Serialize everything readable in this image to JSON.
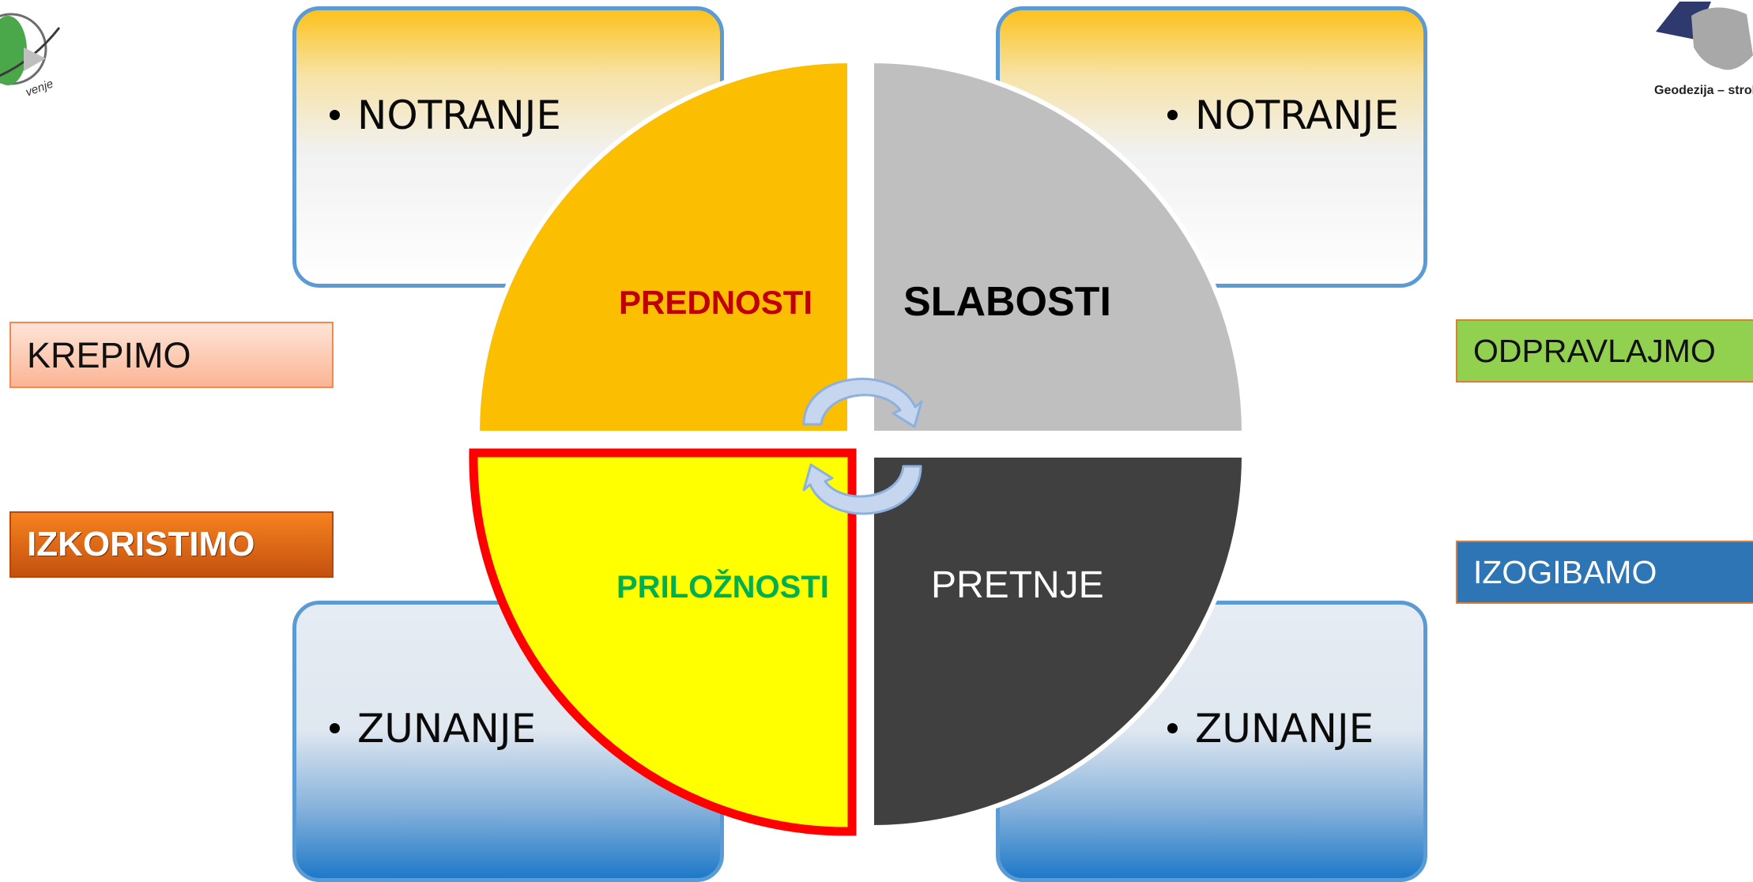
{
  "boxes": {
    "top_left": "NOTRANJE",
    "top_right": "NOTRANJE",
    "bottom_left": "ZUNANJE",
    "bottom_right": "ZUNANJE"
  },
  "quadrants": {
    "strengths": {
      "label": "PREDNOSTI",
      "fill": "#fcbe00",
      "text_color": "#c00000"
    },
    "weaknesses": {
      "label": "SLABOSTI",
      "fill": "#bfbfbf",
      "text_color": "#000000"
    },
    "opportunities": {
      "label": "PRILOŽNOSTI",
      "fill": "#ffff00",
      "text_color": "#00b050",
      "outline": "#ff0000"
    },
    "threats": {
      "label": "PRETNJE",
      "fill": "#404040",
      "text_color": "#ffffff"
    }
  },
  "actions": {
    "krepimo": "KREPIMO",
    "izkoristimo": "IZKORISTIMO",
    "odpravljajmo": "ODPRAVLAJMO",
    "izogibamo": "IZOGIBAMO"
  },
  "logo_right": {
    "caption": "Geodezija – strok"
  },
  "logo_left": {
    "caption": "venje"
  },
  "icons": [
    "cycle-arrow-icon",
    "handshake-icon",
    "globe-icon"
  ]
}
